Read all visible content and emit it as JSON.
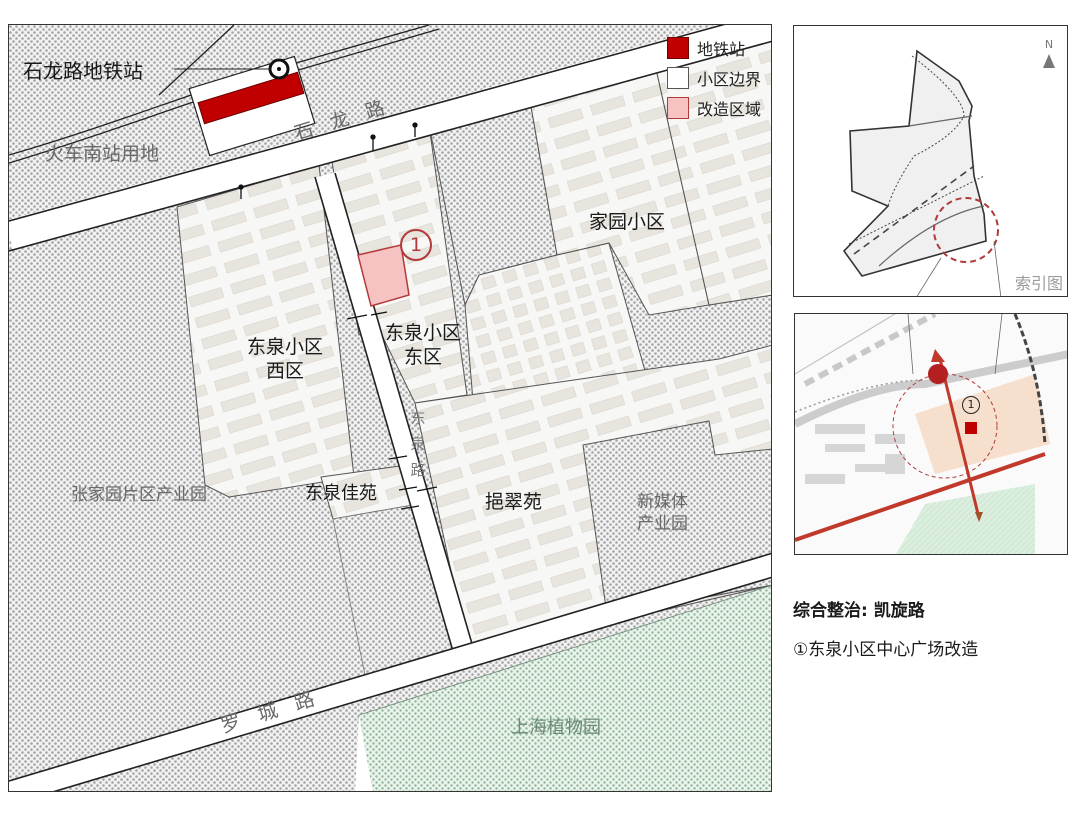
{
  "main_map": {
    "metro_station_label": "石龙路地铁站",
    "railway_land_label": "火车南站用地",
    "roads": {
      "shilong_road": "石 龙 路",
      "luocheng_road": "罗 城 路",
      "dongquan_road": [
        "东",
        "泉",
        "路"
      ]
    },
    "areas": {
      "dongquan_west_line1": "东泉小区",
      "dongquan_west_line2": "西区",
      "dongquan_east_line1": "东泉小区",
      "dongquan_east_line2": "东区",
      "jiayuan": "家园小区",
      "dongquan_jiayuan": "东泉佳苑",
      "yecuiyuan": "挹翠苑",
      "new_media_line1": "新媒体",
      "new_media_line2": "产业园",
      "zhangjiayuan": "张家园片区产业园",
      "botanical_garden": "上海植物园"
    },
    "renovation_marker": "1",
    "legend": [
      {
        "label": "地铁站",
        "color": "#c00000"
      },
      {
        "label": "小区边界",
        "color": "#ffffff"
      },
      {
        "label": "改造区域",
        "color": "#f7c2c2"
      }
    ]
  },
  "index_map": {
    "north_label": "N",
    "label": "索引图"
  },
  "detail_map": {
    "marker": "1"
  },
  "caption": {
    "title": "综合整治: 凯旋路",
    "items": [
      "①东泉小区中心广场改造"
    ]
  },
  "colors": {
    "metro": "#c00000",
    "renovation_fill": "#f7c2c2",
    "renovation_stroke": "#b23a3a",
    "building": "#ece9e4",
    "green": "#d9ebdc",
    "dotted_bg": "#e9e9e9",
    "detail_highlight": "#f5dcc6"
  }
}
